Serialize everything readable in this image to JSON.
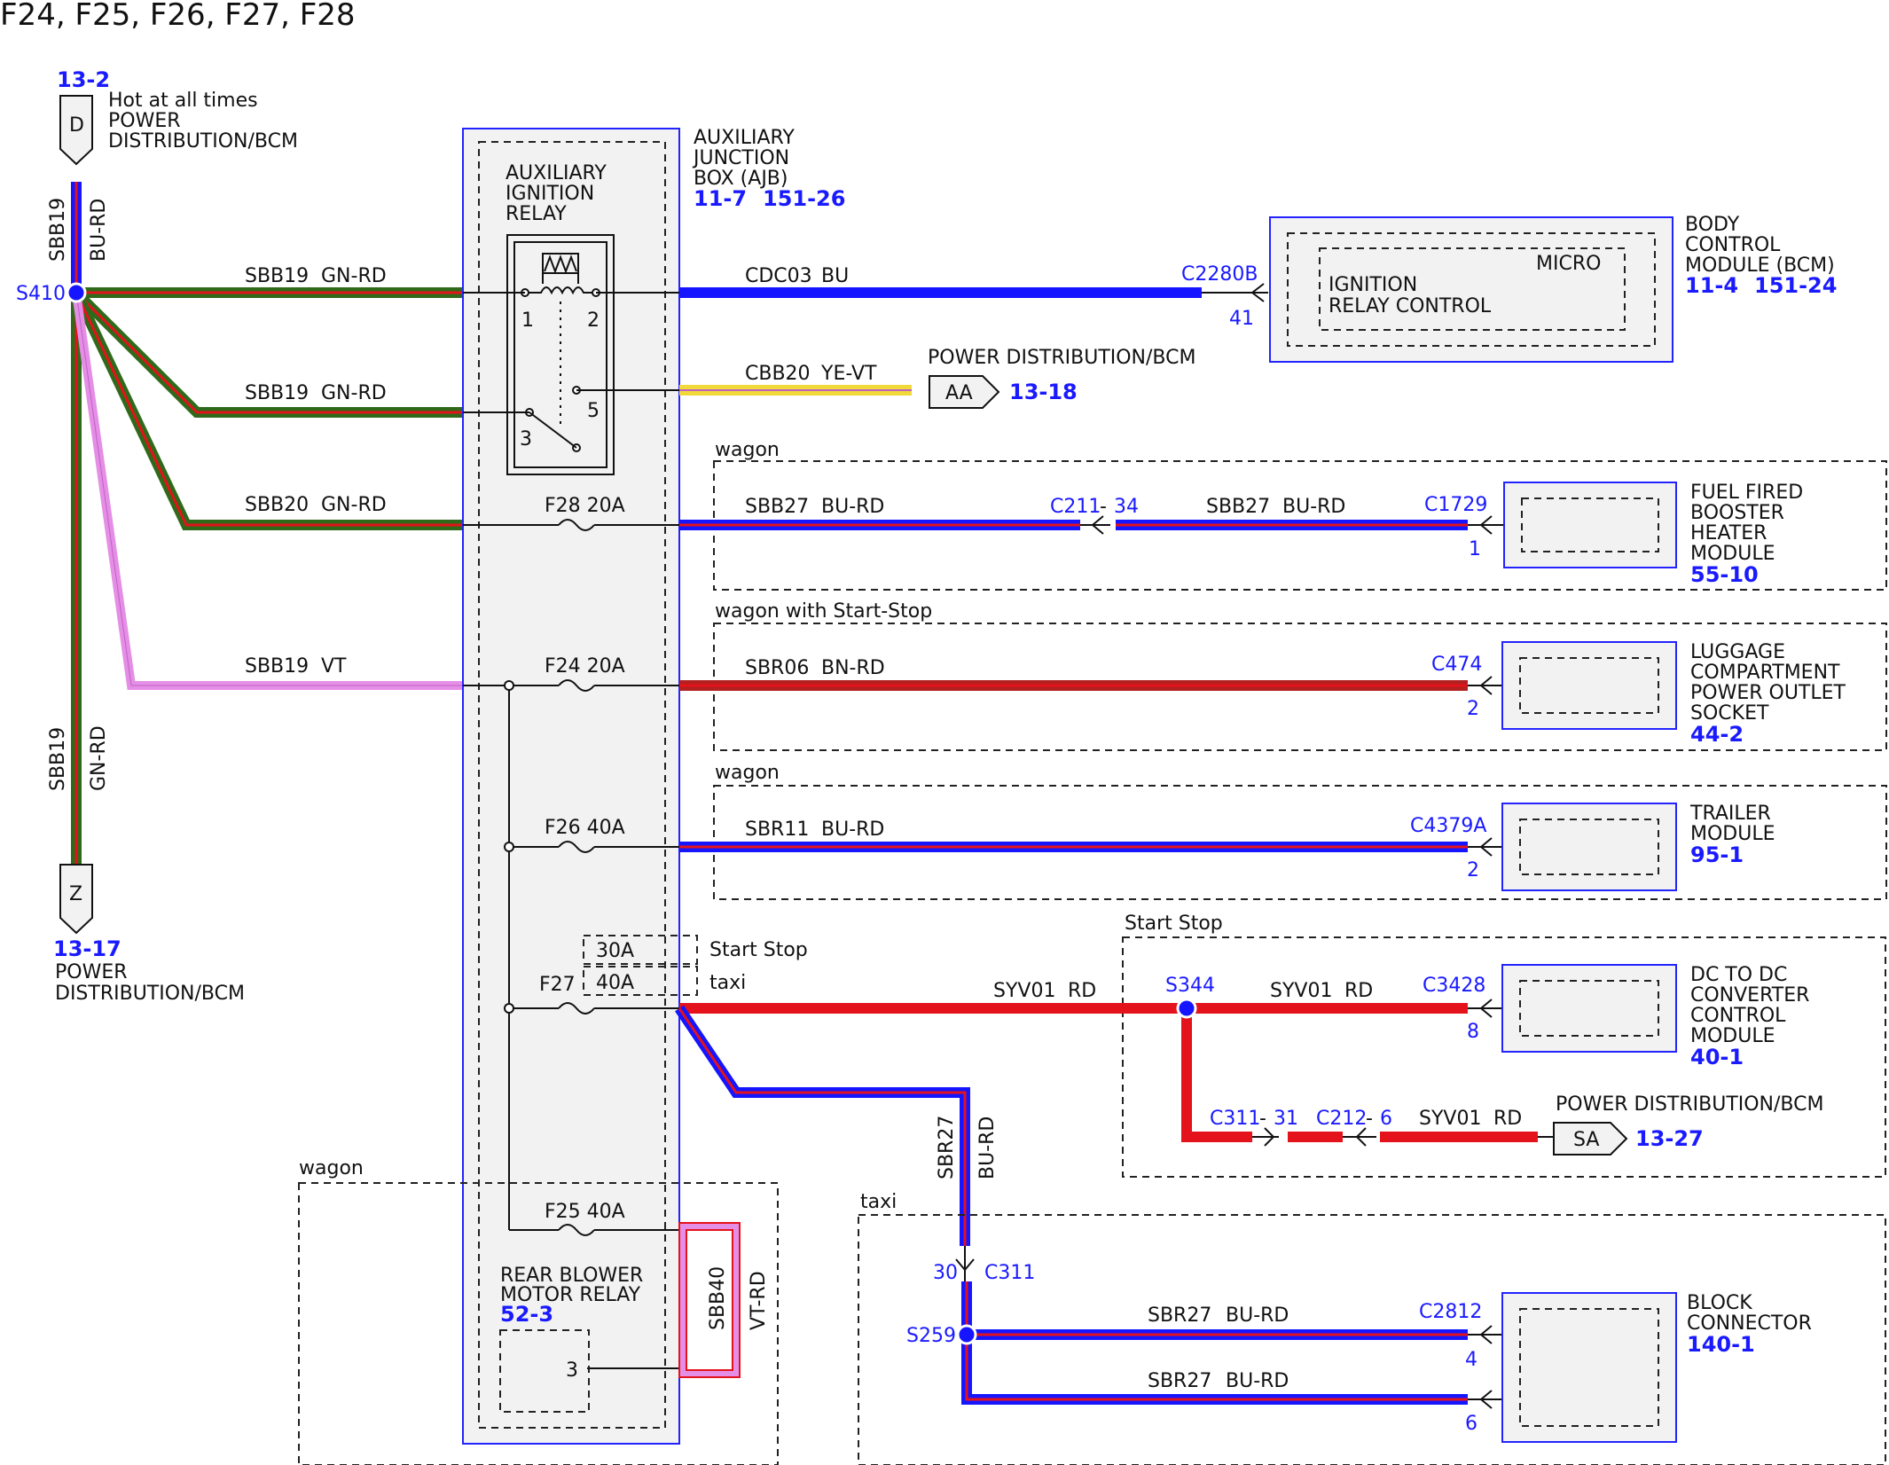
{
  "title": "F24, F25, F26, F27, F28",
  "colors": {
    "GN": "#2f6a1a",
    "RD": "#e4121b",
    "BU": "#1515ff",
    "VT": "#e58ee6",
    "YE": "#f1d93a",
    "BN": "#b22020",
    "accent": "#1a1aff",
    "box_fill": "#f2f2f2"
  },
  "top_connector": {
    "ref": "13-2",
    "pin": "D",
    "desc1": "Hot at all times",
    "desc2": "POWER",
    "desc3": "DISTRIBUTION/BCM"
  },
  "bottom_connector": {
    "ref": "13-17",
    "pin": "Z",
    "desc1": "POWER",
    "desc2": "DISTRIBUTION/BCM"
  },
  "splice_main": "S410",
  "vertical_wire_top": {
    "circuit": "SBB19",
    "color": "BU-RD"
  },
  "vertical_wire_bottom": {
    "circuit": "SBB19",
    "color": "GN-RD"
  },
  "left_wires": [
    {
      "circuit": "SBB19",
      "color": "GN-RD"
    },
    {
      "circuit": "SBB19",
      "color": "GN-RD"
    },
    {
      "circuit": "SBB20",
      "color": "GN-RD"
    },
    {
      "circuit": "SBB19",
      "color": "VT"
    }
  ],
  "ajb": {
    "line1": "AUXILIARY",
    "line2": "JUNCTION",
    "line3": "BOX (AJB)",
    "ref1": "11-7",
    "ref2": "151-26"
  },
  "relay": {
    "line1": "AUXILIARY",
    "line2": "IGNITION",
    "line3": "RELAY",
    "pins": [
      "1",
      "2",
      "3",
      "5"
    ]
  },
  "fuses": {
    "f28": "F28  20A",
    "f24": "F24  20A",
    "f26": "F26  40A",
    "f27": "F27",
    "f27_a": "30A",
    "f27_b": "40A",
    "f27_a_label": "Start Stop",
    "f27_b_label": "taxi",
    "f25": "F25  40A"
  },
  "rear_blower": {
    "line1": "REAR BLOWER",
    "line2": "MOTOR RELAY",
    "ref": "52-3",
    "pin": "3",
    "wire_circuit": "SBB40",
    "wire_color": "VT-RD",
    "group": "wagon"
  },
  "bcm": {
    "wire": {
      "circuit": "CDC03",
      "color": "BU"
    },
    "connector": "C2280B",
    "pin": "41",
    "micro": "MICRO",
    "inner1": "IGNITION",
    "inner2": "RELAY CONTROL",
    "line1": "BODY",
    "line2": "CONTROL",
    "line3": "MODULE (BCM)",
    "ref1": "11-4",
    "ref2": "151-24"
  },
  "aa": {
    "wire": {
      "circuit": "CBB20",
      "color": "YE-VT"
    },
    "pin": "AA",
    "label": "POWER DISTRIBUTION/BCM",
    "ref": "13-18"
  },
  "fuel_fired": {
    "group": "wagon",
    "wire1": {
      "circuit": "SBB27",
      "color": "BU-RD"
    },
    "mid_connector": "C211",
    "mid_pin": "34",
    "wire2": {
      "circuit": "SBB27",
      "color": "BU-RD"
    },
    "connector": "C1729",
    "pin": "1",
    "line1": "FUEL FIRED",
    "line2": "BOOSTER",
    "line3": "HEATER",
    "line4": "MODULE",
    "ref": "55-10"
  },
  "luggage": {
    "group": "wagon with Start-Stop",
    "wire": {
      "circuit": "SBR06",
      "color": "BN-RD"
    },
    "connector": "C474",
    "pin": "2",
    "line1": "LUGGAGE",
    "line2": "COMPARTMENT",
    "line3": "POWER OUTLET",
    "line4": "SOCKET",
    "ref": "44-2"
  },
  "trailer": {
    "group": "wagon",
    "wire": {
      "circuit": "SBR11",
      "color": "BU-RD"
    },
    "connector": "C4379A",
    "pin": "2",
    "line1": "TRAILER",
    "line2": "MODULE",
    "ref": "95-1"
  },
  "dcdc": {
    "group": "Start Stop",
    "wire1": {
      "circuit": "SYV01",
      "color": "RD"
    },
    "splice": "S344",
    "wire2": {
      "circuit": "SYV01",
      "color": "RD"
    },
    "connector": "C3428",
    "pin": "8",
    "line1": "DC TO DC",
    "line2": "CONVERTER",
    "line3": "CONTROL",
    "line4": "MODULE",
    "ref": "40-1",
    "c311": "C311",
    "c311_pin": "31",
    "c212": "C212",
    "c212_pin": "6",
    "wire3": {
      "circuit": "SYV01",
      "color": "RD"
    },
    "sa_pin": "SA",
    "sa_label": "POWER DISTRIBUTION/BCM",
    "sa_ref": "13-27"
  },
  "taxi": {
    "group": "taxi",
    "down_wire": {
      "circuit": "SBR27",
      "color": "BU-RD"
    },
    "conn_pin": "30",
    "connector": "C311",
    "splice": "S259",
    "wire1": {
      "circuit": "SBR27",
      "color": "BU-RD"
    },
    "wire2": {
      "circuit": "SBR27",
      "color": "BU-RD"
    },
    "block_connector": "C2812",
    "pin1": "4",
    "pin2": "6",
    "line1": "BLOCK",
    "line2": "CONNECTOR",
    "ref": "140-1"
  }
}
